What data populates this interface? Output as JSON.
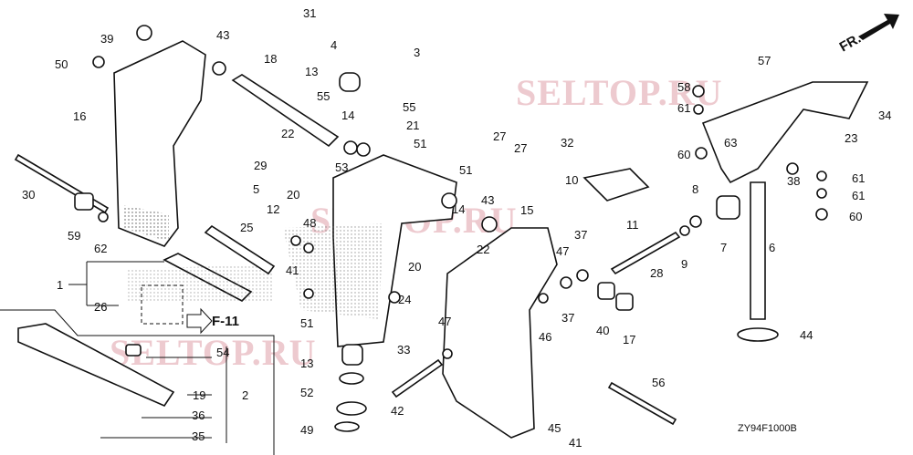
{
  "diagram": {
    "code": "ZY94F1000B",
    "direction_marker": "FR.",
    "reference": "F-11",
    "watermark": "SELTOP.RU",
    "callouts": [
      "31",
      "4",
      "3",
      "39",
      "43",
      "50",
      "18",
      "13",
      "57",
      "58",
      "34",
      "16",
      "55",
      "55",
      "21",
      "14",
      "61",
      "23",
      "27",
      "27",
      "22",
      "51",
      "32",
      "63",
      "60",
      "29",
      "53",
      "51",
      "38",
      "61",
      "30",
      "10",
      "5",
      "20",
      "8",
      "61",
      "12",
      "43",
      "14",
      "15",
      "60",
      "59",
      "62",
      "25",
      "48",
      "11",
      "6",
      "22",
      "7",
      "37",
      "47",
      "9",
      "41",
      "20",
      "28",
      "1",
      "26",
      "24",
      "51",
      "37",
      "40",
      "47",
      "46",
      "17",
      "44",
      "54",
      "33",
      "19",
      "2",
      "13",
      "52",
      "42",
      "56",
      "36",
      "35",
      "49",
      "45",
      "41"
    ]
  }
}
